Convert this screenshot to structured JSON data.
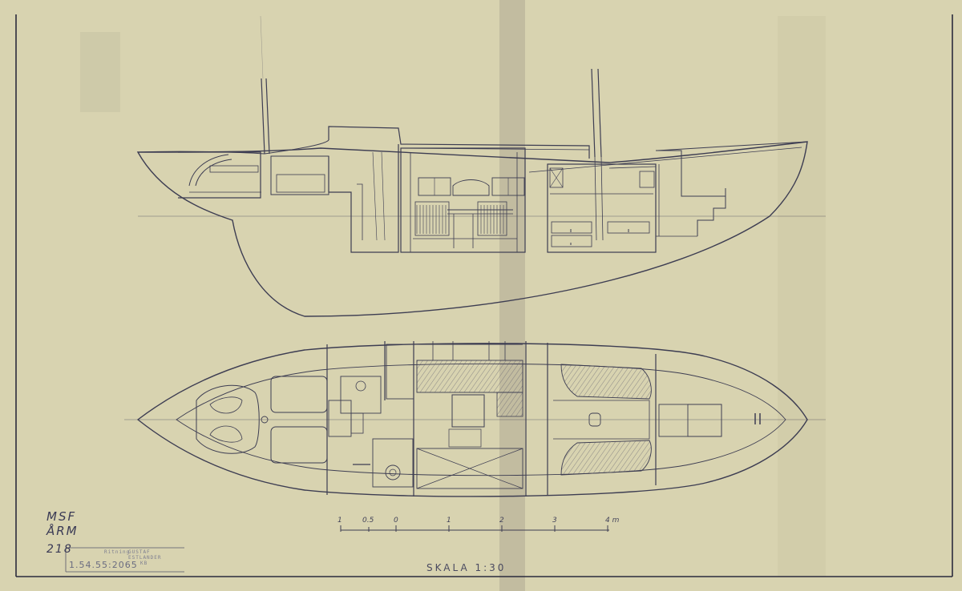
{
  "title_block": {
    "initials": "MSF",
    "location": "ÅRM",
    "number": "218",
    "archive_number": "1.54.55:2065",
    "stamp_line1": "Ritning",
    "stamp_line2": "GUSTAF",
    "stamp_line3": "ESTLANDER",
    "stamp_line4": "KB"
  },
  "scale": {
    "label": "SKALA 1:30",
    "ticks": [
      "1",
      "0.5",
      "0",
      "1",
      "2",
      "3",
      "4 m"
    ]
  },
  "colors": {
    "paper": "#d8d3b0",
    "ink": "#3d3d52",
    "border": "#2b2b3c"
  }
}
